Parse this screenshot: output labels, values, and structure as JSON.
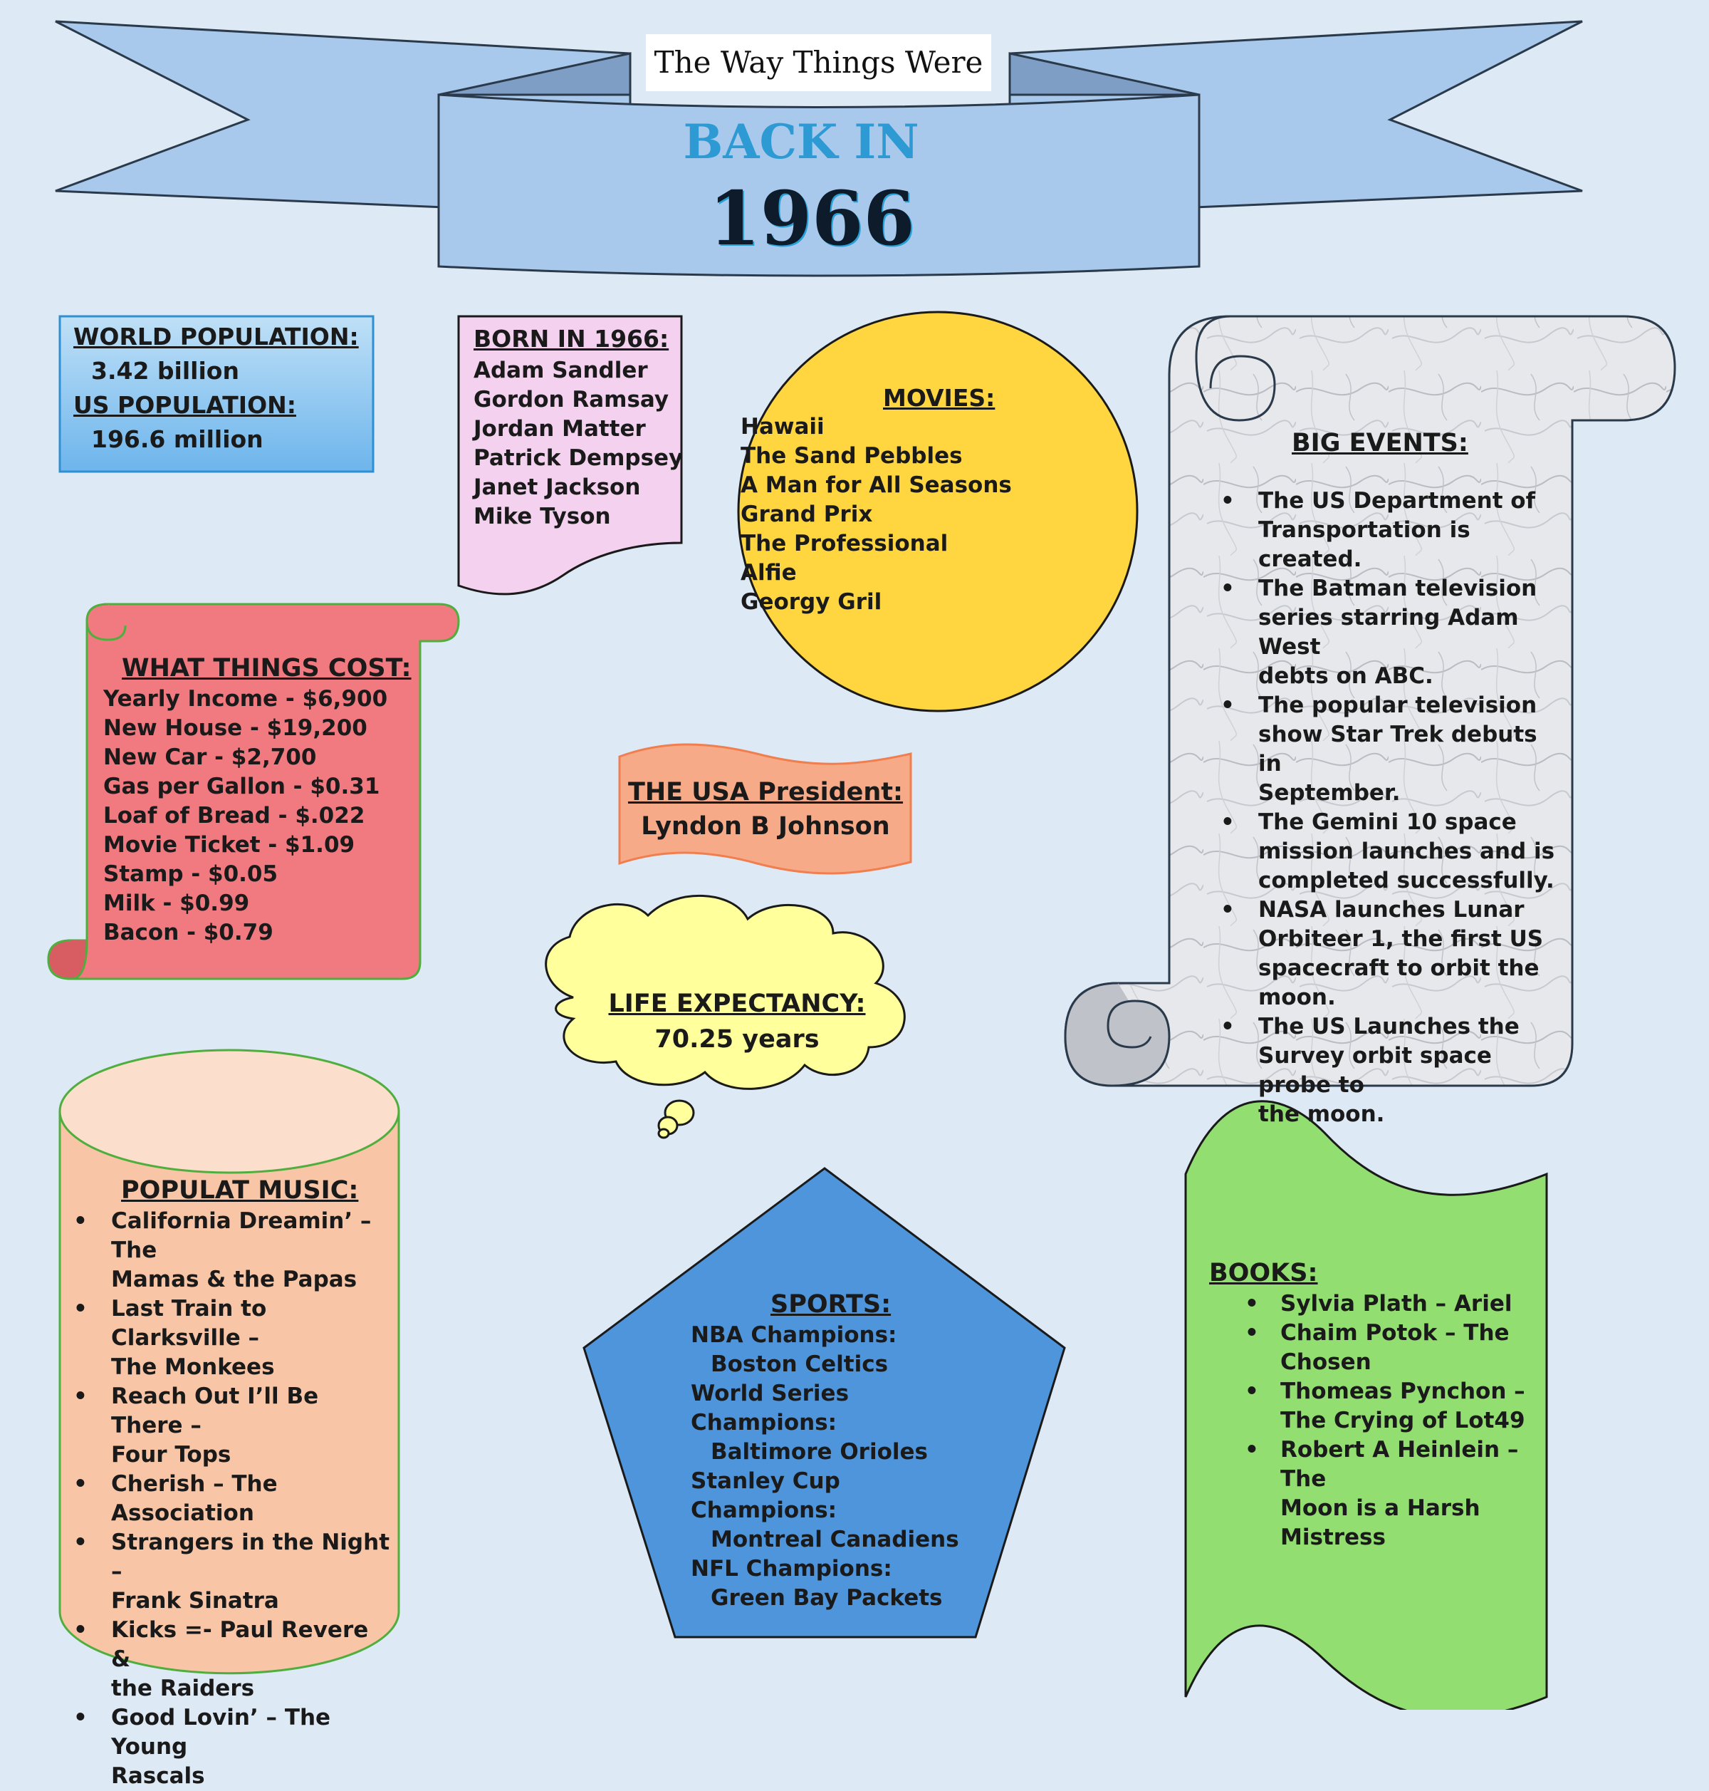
{
  "header": {
    "subtitle": "The Way Things Were",
    "line1": "BACK IN",
    "year": "1966"
  },
  "population": {
    "world_label": "WORLD POPULATION:",
    "world_value": "3.42 billion",
    "us_label": "US POPULATION:",
    "us_value": "196.6 million"
  },
  "born": {
    "title": "BORN IN 1966:",
    "items": [
      "Adam Sandler",
      "Gordon Ramsay",
      "Jordan Matter",
      "Patrick Dempsey",
      "Janet Jackson",
      "Mike Tyson"
    ]
  },
  "movies": {
    "title": "MOVIES:",
    "items": [
      "Hawaii",
      "The Sand Pebbles",
      "A Man for All Seasons",
      "Grand Prix",
      "The Professional",
      "Alfie",
      "Georgy Gril"
    ]
  },
  "cost": {
    "title": "WHAT THINGS COST:",
    "items": [
      "Yearly Income - $6,900",
      "New House - $19,200",
      "New Car - $2,700",
      "Gas per Gallon - $0.31",
      "Loaf of Bread - $.022",
      "Movie Ticket - $1.09",
      "Stamp - $0.05",
      "Milk - $0.99",
      "Bacon - $0.79"
    ]
  },
  "president": {
    "title": "THE USA President:",
    "name": "Lyndon B Johnson"
  },
  "life": {
    "title": "LIFE EXPECTANCY:",
    "value": "70.25 years"
  },
  "events": {
    "title": "BIG EVENTS:",
    "items": [
      [
        "The US Department of",
        "Transportation is created."
      ],
      [
        "The Batman television",
        "series starring Adam West",
        "debts on ABC."
      ],
      [
        "The popular television",
        "show Star Trek debuts in",
        "September."
      ],
      [
        "The Gemini 10 space",
        "mission launches and is",
        "completed successfully."
      ],
      [
        "NASA launches Lunar",
        "Orbiteer 1, the first US",
        "spacecraft to orbit the",
        "moon."
      ],
      [
        "The US Launches the",
        "Survey orbit space probe to",
        "the moon."
      ]
    ]
  },
  "music": {
    "title": "POPULAT MUSIC:",
    "items": [
      [
        "California Dreamin’ – The",
        "Mamas & the Papas"
      ],
      [
        "Last Train to Clarksville –",
        "The Monkees"
      ],
      [
        "Reach Out I’ll Be There –",
        "Four Tops"
      ],
      [
        "Cherish – The",
        "Association"
      ],
      [
        "Strangers in the Night –",
        "Frank Sinatra"
      ],
      [
        "Kicks =- Paul Revere &",
        "the Raiders"
      ],
      [
        "Good Lovin’ – The Young",
        "Rascals"
      ]
    ]
  },
  "sports": {
    "title": "SPORTS:",
    "nba_label": "NBA Champions:",
    "nba_value": "Boston Celtics",
    "ws_label1": "World Series",
    "ws_label2": "Champions:",
    "ws_value": "Baltimore Orioles",
    "sc_label1": "Stanley Cup",
    "sc_label2": "Champions:",
    "sc_value": "Montreal Canadiens",
    "nfl_label": "NFL Champions:",
    "nfl_value": "Green Bay Packets"
  },
  "books": {
    "title": "BOOKS:",
    "items": [
      [
        "Sylvia Plath – Ariel"
      ],
      [
        "Chaim Potok – The",
        "Chosen"
      ],
      [
        "Thomeas Pynchon –",
        "The Crying of Lot49"
      ],
      [
        "Robert A Heinlein – The",
        "Moon is a Harsh",
        "Mistress"
      ]
    ]
  },
  "colors": {
    "background": "#dde9f5",
    "banner": "#a8c9ec",
    "population_box": "#7fc0ef",
    "born_box": "#f3d1ef",
    "movies_circle": "#ffd63f",
    "cost_scroll": "#f07a80",
    "president_flag": "#f7aa87",
    "life_cloud": "#ffff9c",
    "events_scroll": "#e6e7ea",
    "music_cylinder": "#f8c6a6",
    "sports_pentagon": "#4f95db",
    "books_wave": "#92de70"
  }
}
